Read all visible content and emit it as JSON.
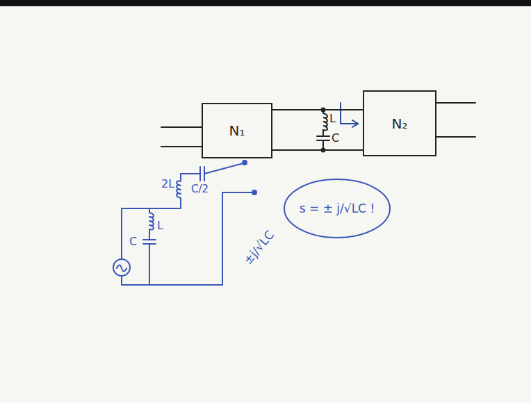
{
  "diagram": {
    "nodes": [
      {
        "text": [
          "N₁"
        ]
      },
      {
        "text": [
          "N₂"
        ]
      }
    ],
    "edges": [
      {
        "from": 0,
        "to": 1,
        "arrow": "none"
      },
      {
        "from": 0,
        "to": 1,
        "arrow": "none"
      }
    ],
    "labels": [
      "L",
      "C",
      "L",
      "C",
      "2L",
      "C/2",
      "±j/√LC",
      "s = ± j/√LC !"
    ]
  }
}
